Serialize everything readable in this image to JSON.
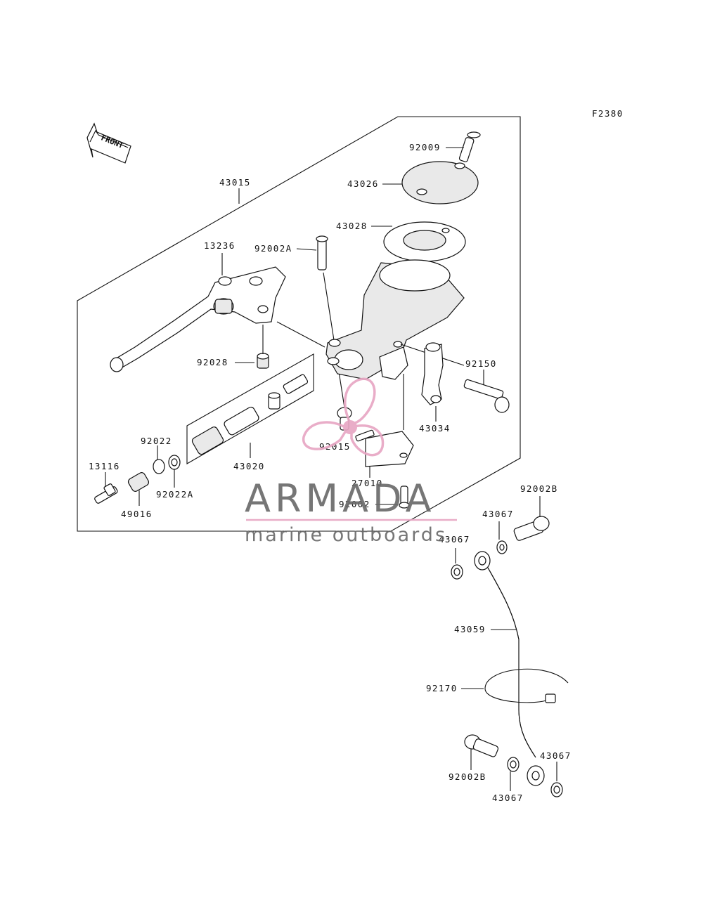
{
  "figure_code": "F2380",
  "front_arrow": {
    "label": "FRONT",
    "icon": "front-direction-arrow-icon"
  },
  "parts": {
    "p43015": "43015",
    "p13236": "13236",
    "p92002A": "92002A",
    "p92009": "92009",
    "p43026": "43026",
    "p43028": "43028",
    "p92028": "92028",
    "p92150": "92150",
    "p43034": "43034",
    "p92022": "92022",
    "p13116": "13116",
    "p92022A": "92022A",
    "p49016": "49016",
    "p43020": "43020",
    "p92015": "92015",
    "p27010": "27010",
    "p92002": "92002",
    "p92002B_top": "92002B",
    "p43067_a": "43067",
    "p43067_b": "43067",
    "p43059": "43059",
    "p92170": "92170",
    "p92002B_bottom": "92002B",
    "p43067_c": "43067",
    "p43067_d": "43067"
  },
  "watermark": {
    "title": "ARMADA",
    "subtitle": "marine outboards",
    "logo_icon": "propeller-logo-icon",
    "logo_color": "#e8a7c4",
    "text_color": "#6b6b6b",
    "rule_color": "#e8a7c4"
  }
}
